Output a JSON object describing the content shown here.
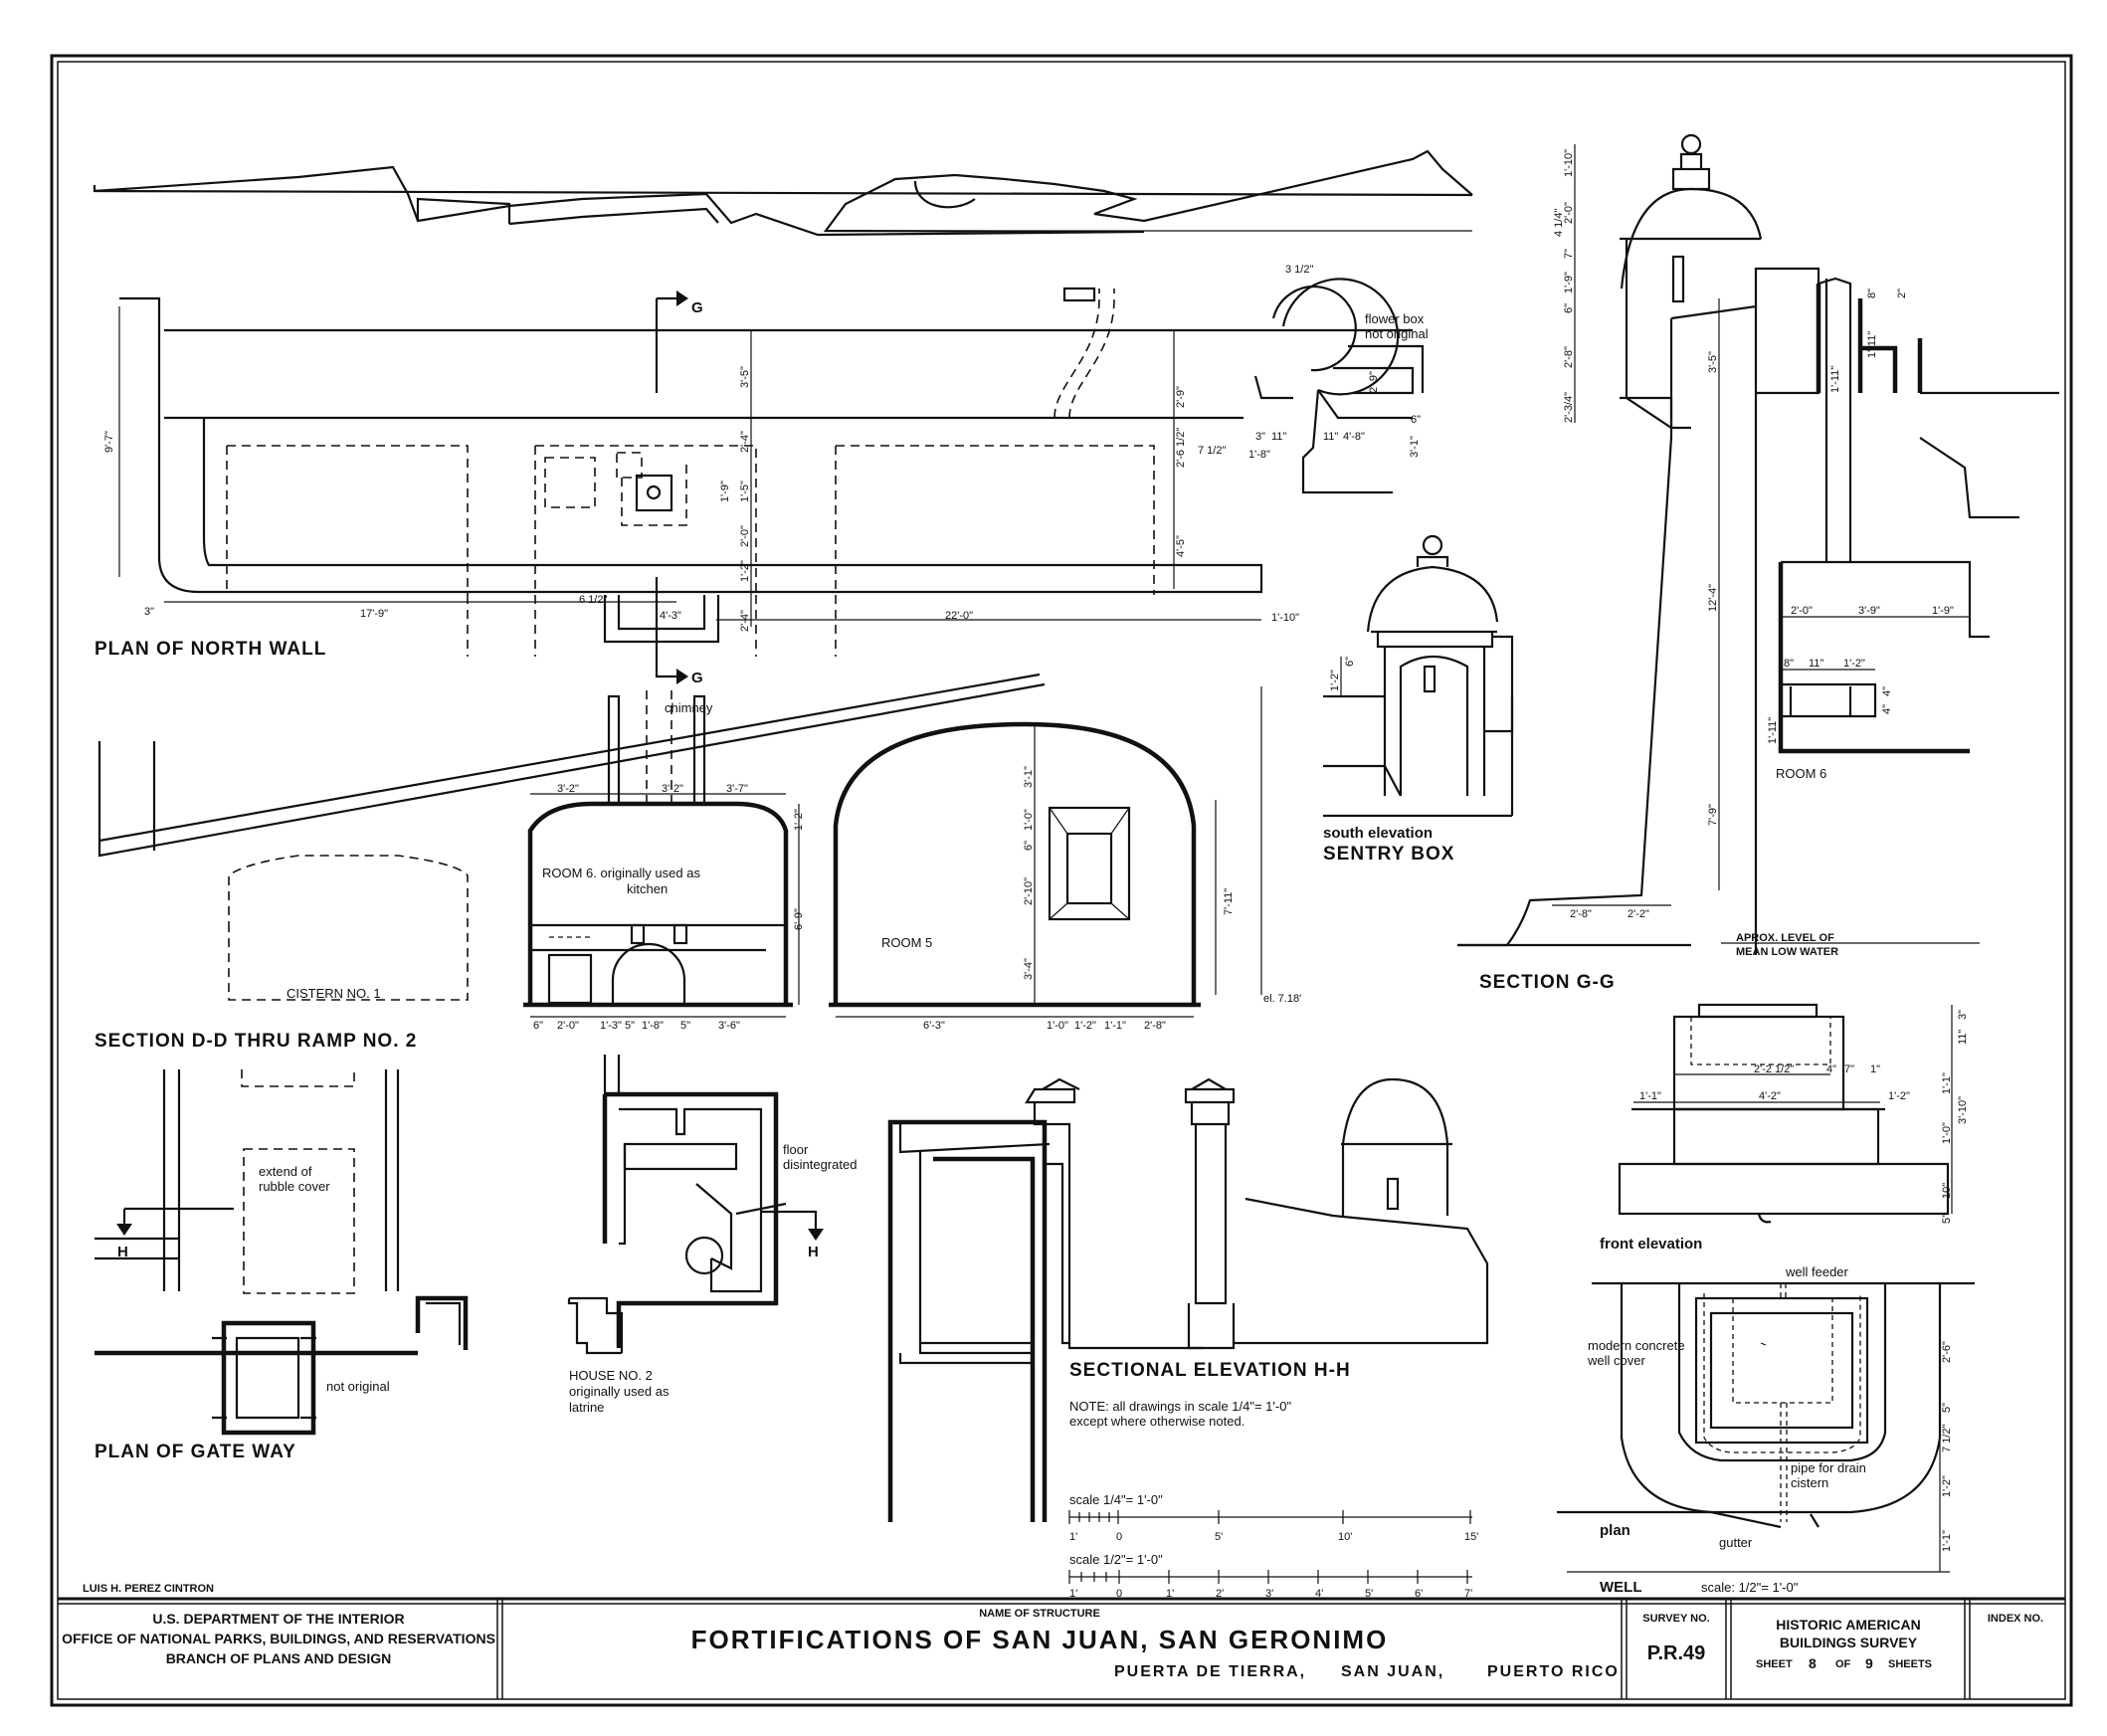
{
  "views": {
    "north_wall_plan": "PLAN OF NORTH WALL",
    "section_dd": "SECTION D-D THRU RAMP NO. 2",
    "section_gg": "SECTION G-G",
    "room6_label": "ROOM 6",
    "sentry_box_line1": "south elevation",
    "sentry_box_line2": "SENTRY BOX",
    "gate_way": "PLAN OF GATE WAY",
    "sectional_elev_hh": "SECTIONAL ELEVATION H-H",
    "front_elevation": "front elevation",
    "well_plan": "plan",
    "well": "WELL",
    "well_scale": "scale: 1/2\"= 1'-0\""
  },
  "labels": {
    "room6_kitchen_line1": "ROOM 6. originally used as",
    "room6_kitchen_line2": "kitchen",
    "room5": "ROOM 5",
    "cistern": "CISTERN NO. 1",
    "chimney": "chimney",
    "flower_box_line1": "flower box",
    "flower_box_line2": "not original",
    "extend_rubble_line1": "extend of",
    "extend_rubble_line2": "rubble cover",
    "not_original": "not original",
    "house2_line1": "HOUSE NO. 2",
    "house2_line2": "originally used as",
    "house2_line3": "latrine",
    "floor_disintegrated_line1": "floor",
    "floor_disintegrated_line2": "disintegrated",
    "mean_low_water_line1": "APROX. LEVEL OF",
    "mean_low_water_line2": "MEAN LOW WATER",
    "elevation_mark": "el. 7.18'",
    "well_feeder": "well feeder",
    "concrete_cover_line1": "modern concrete",
    "concrete_cover_line2": "well cover",
    "pipe_drain_line1": "pipe for drain",
    "pipe_drain_line2": "cistern",
    "gutter": "gutter",
    "section_g": "G",
    "section_h": "H",
    "note_line1": "NOTE: all drawings in scale 1/4\"= 1'-0\"",
    "note_line2": "except where otherwise noted."
  },
  "dimensions": {
    "nw_9_7": "9'-7\"",
    "nw_3": "3\"",
    "nw_17_9": "17'-9\"",
    "nw_6_half": "6 1/2\"",
    "nw_4_3": "4'-3\"",
    "nw_22_0": "22'-0\"",
    "nw_1_10": "1'-10\"",
    "nw_3_5": "3'-5\"",
    "nw_2_4a": "2'-4\"",
    "nw_1_9": "1'-9\"",
    "nw_1_5": "1'-5\"",
    "nw_2_0": "2'-0\"",
    "nw_1_2": "1'-2\"",
    "nw_2_4b": "2'-4\"",
    "nw_2_9a": "2'-9\"",
    "nw_2_6": "2'-6 1/2\"",
    "nw_4_5": "4'-5\"",
    "nw_7_half": "7 1/2\"",
    "nw_3_half": "3 1/2\"",
    "nw_2_9b": "2'-9\"",
    "nw_3_1": "3'-1\"",
    "nw_3a": "3\"",
    "nw_11a": "11\"",
    "nw_11b": "11\"",
    "nw_1_8": "1'-8\"",
    "nw_4_8": "4'-8\"",
    "nw_6": "6\"",
    "dd_3_2a": "3'-2\"",
    "dd_3_2b": "3'-2\"",
    "dd_3_7": "3'-7\"",
    "dd_1_2": "1'-2\"",
    "dd_6_9": "6'-9\"",
    "dd_b1": "6\"",
    "dd_b2": "2'-0\"",
    "dd_b3": "1'-3\"",
    "dd_b4": "5\"",
    "dd_b5": "1'-8\"",
    "dd_b6": "5\"",
    "dd_b7": "3'-6\"",
    "r5_3_1": "3'-1\"",
    "r5_1_0": "1'-0\"",
    "r5_6": "6\"",
    "r5_2_10": "2'-10\"",
    "r5_3_4": "3'-4\"",
    "r5_7_11": "7'-11\"",
    "r5_b1": "6'-3\"",
    "r5_b2": "1'-0\"",
    "r5_b3": "1'-2\"",
    "r5_b4": "1'-1\"",
    "r5_b5": "2'-8\"",
    "sb_1_2": "1'-2\"",
    "sb_6": "6\"",
    "gg_1_10": "1'-10\"",
    "gg_2_0": "2'-0\"",
    "gg_4_1_4": "4 1/4\"",
    "gg_7": "7\"",
    "gg_1_9": "1'-9\"",
    "gg_6": "6\"",
    "gg_2_8": "2'-8\"",
    "gg_2_3_4": "2'-3/4\"",
    "gg_3_5": "3'-5\"",
    "gg_12_4": "12'-4\"",
    "gg_7_9": "7'-9\"",
    "gg_2_8b": "2'-8\"",
    "gg_2_2": "2'-2\"",
    "gg_8": "8\"",
    "gg_2": "2\"",
    "gg_1_11a": "1'-11\"",
    "gg_1_11b": "1'-11\"",
    "r6_2_0": "2'-0\"",
    "r6_3_9": "3'-9\"",
    "r6_1_9": "1'-9\"",
    "r6_8": "8\"",
    "r6_11": "11\"",
    "r6_1_2": "1'-2\"",
    "r6_1_11": "1'-11\"",
    "r6_4a": "4\"",
    "r6_4b": "4\"",
    "w_3": "3\"",
    "w_11": "11\"",
    "w_1_1": "1'-1\"",
    "w_3_10": "3'-10\"",
    "w_1_0": "1'-0\"",
    "w_10": "10\"",
    "w_5": "5\"",
    "w_2_2": "2'-2 1/2\"",
    "w_4": "4\"",
    "w_7": "7\"",
    "w_1": "1\"",
    "w_1_1b": "1'-1\"",
    "w_4_2": "4'-2\"",
    "w_1_2": "1'-2\"",
    "w_2_6": "2'-6\"",
    "w_5b": "5\"",
    "w_7_half": "7 1/2\"",
    "w_1_2b": "1'-2\"",
    "w_1_1c": "1'-1\""
  },
  "scales": {
    "scale1_label": "scale 1/4\"= 1'-0\"",
    "scale1_ticks": [
      "1'",
      "0",
      "5'",
      "10'",
      "15'"
    ],
    "scale2_label": "scale 1/2\"= 1'-0\"",
    "scale2_ticks": [
      "1'",
      "0",
      "1'",
      "2'",
      "3'",
      "4'",
      "5'",
      "6'",
      "7'"
    ]
  },
  "title_block": {
    "delineator": "LUIS H. PEREZ CINTRON",
    "dept_line1": "U.S. DEPARTMENT OF THE INTERIOR",
    "dept_line2": "OFFICE OF NATIONAL PARKS, BUILDINGS, AND RESERVATIONS",
    "dept_line3": "BRANCH OF PLANS AND DESIGN",
    "structure_caption": "NAME OF STRUCTURE",
    "structure_name": "FORTIFICATIONS OF SAN JUAN,  SAN GERONIMO",
    "location_1": "PUERTA DE TIERRA,",
    "location_2": "SAN JUAN,",
    "location_3": "PUERTO RICO",
    "survey_caption": "SURVEY NO.",
    "survey_no": "P.R.49",
    "habs_line1": "HISTORIC AMERICAN",
    "habs_line2": "BUILDINGS SURVEY",
    "sheet_word": "SHEET",
    "sheet_no": "8",
    "of_word": "OF",
    "sheet_total": "9",
    "sheets_word": "SHEETS",
    "index_caption": "INDEX NO."
  }
}
